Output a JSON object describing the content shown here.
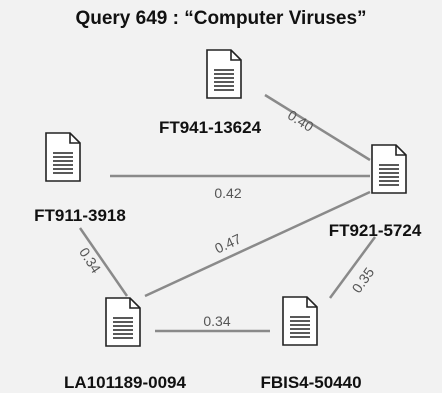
{
  "title": "Query  649 : “Computer Viruses”",
  "nodes": [
    {
      "id": "FT941-13624",
      "label": "FT941-13624",
      "icon": "document-icon"
    },
    {
      "id": "FT911-3918",
      "label": "FT911-3918",
      "icon": "document-icon"
    },
    {
      "id": "FT921-5724",
      "label": "FT921-5724",
      "icon": "document-icon"
    },
    {
      "id": "LA101189-0094",
      "label": "LA101189-0094",
      "icon": "document-icon"
    },
    {
      "id": "FBIS4-50440",
      "label": "FBIS4-50440",
      "icon": "document-icon"
    }
  ],
  "edges": [
    {
      "from": "FT941-13624",
      "to": "FT921-5724",
      "weight": "0.40"
    },
    {
      "from": "FT911-3918",
      "to": "FT921-5724",
      "weight": "0.42"
    },
    {
      "from": "LA101189-0094",
      "to": "FT921-5724",
      "weight": "0.47"
    },
    {
      "from": "FT911-3918",
      "to": "LA101189-0094",
      "weight": "0.34"
    },
    {
      "from": "LA101189-0094",
      "to": "FBIS4-50440",
      "weight": "0.34"
    },
    {
      "from": "FBIS4-50440",
      "to": "FT921-5724",
      "weight": "0.35"
    }
  ],
  "colors": {
    "edge": "#8a8a8a",
    "icon_stroke": "#222222",
    "background": "#f2f2f2"
  }
}
